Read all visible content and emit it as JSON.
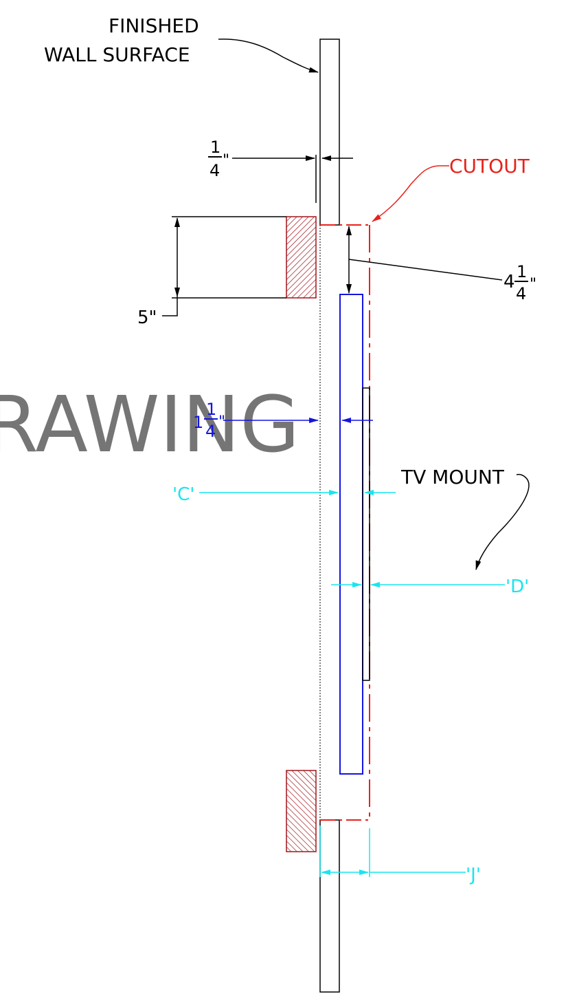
{
  "labels": {
    "wall_line1": "FINISHED",
    "wall_line2": "WALL SURFACE",
    "cutout": "CUTOUT",
    "tv_mount": "TV MOUNT",
    "watermark": "RAWING",
    "dim_quarter_num": "1",
    "dim_quarter_den": "4",
    "dim_quarter_unit": "\"",
    "dim_five": "5\"",
    "dim_four_whole": "4",
    "dim_four_num": "1",
    "dim_four_den": "4",
    "dim_four_unit": "\"",
    "dim_one_whole": "1",
    "dim_one_num": "1",
    "dim_one_den": "4",
    "dim_one_unit": "\"",
    "dim_c": "'C'",
    "dim_d": "'D'",
    "dim_j": "'J'"
  },
  "colors": {
    "outline": "#000000",
    "cutout": "#e8211a",
    "stud": "#a0151b",
    "tv": "#1414e0",
    "dimension_aux": "#17e6f0",
    "watermark": "#666666"
  }
}
